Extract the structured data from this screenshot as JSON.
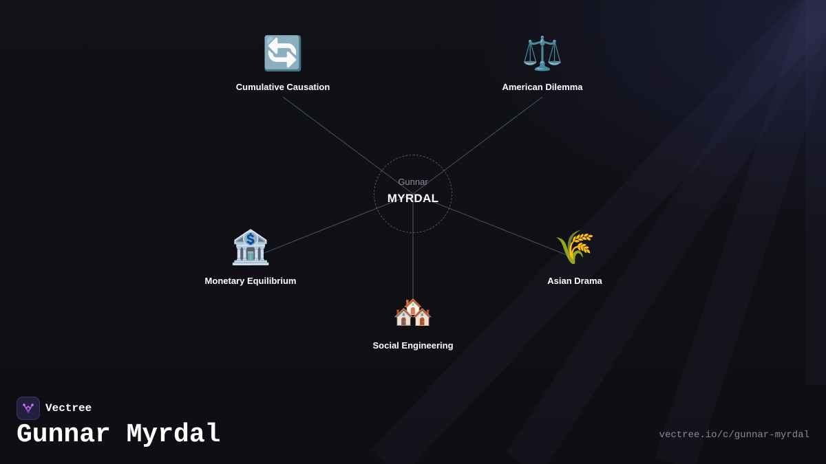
{
  "diagram": {
    "center": {
      "first_name": "Gunnar",
      "last_name": "MYRDAL"
    },
    "nodes": [
      {
        "id": "cumulative-causation",
        "icon": "🔄",
        "icon_name": "cycle-arrows-icon",
        "label": "Cumulative Causation"
      },
      {
        "id": "american-dilemma",
        "icon": "⚖️",
        "icon_name": "balance-scale-icon",
        "label": "American Dilemma"
      },
      {
        "id": "monetary-equilibrium",
        "icon": "🏦",
        "icon_name": "bank-icon",
        "label": "Monetary Equilibrium"
      },
      {
        "id": "asian-drama",
        "icon": "🌾",
        "icon_name": "rice-sheaf-icon",
        "label": "Asian Drama"
      },
      {
        "id": "social-engineering",
        "icon": "🏘️",
        "icon_name": "houses-icon",
        "label": "Social Engineering"
      }
    ]
  },
  "brand": {
    "name": "Vectree",
    "logo_icon": "vectree-logo-icon"
  },
  "page": {
    "title": "Gunnar Myrdal",
    "url": "vectree.io/c/gunnar-myrdal"
  },
  "colors": {
    "background": "#0f0f14",
    "link_line": "#3a4756",
    "accent": "#9b59d0"
  }
}
